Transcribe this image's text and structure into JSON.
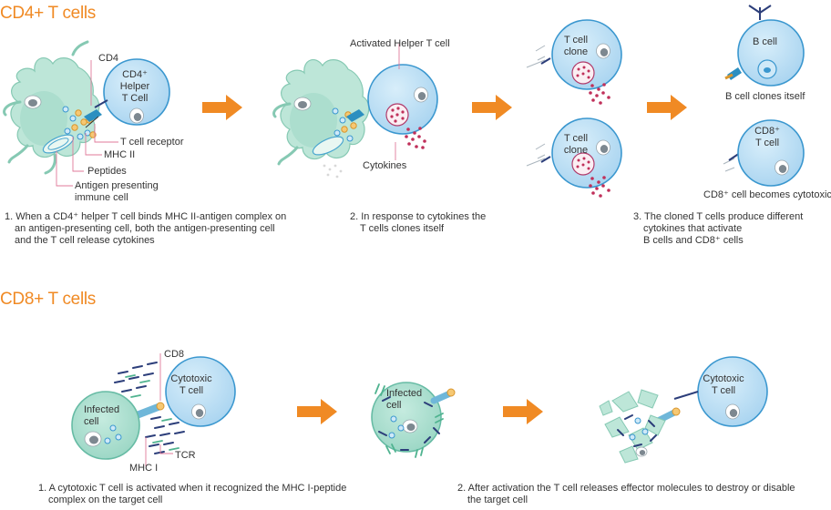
{
  "sections": {
    "cd4_title": "CD4+ T cells",
    "cd8_title": "CD8+ T cells"
  },
  "cd4": {
    "step1": {
      "label_cd4": "CD4",
      "cell_line1": "CD4⁺",
      "cell_line2": "Helper",
      "cell_line3": "T Cell",
      "label_tcr": "T cell receptor",
      "label_mhc": "MHC II",
      "label_peptides": "Peptides",
      "label_apc_line1": "Antigen presenting",
      "label_apc_line2": "immune cell",
      "caption_line1": "1. When a CD4⁺ helper T cell binds MHC II-antigen complex on",
      "caption_line2": "an antigen-presenting cell, both the antigen-presenting cell",
      "caption_line3": "and the T cell release cytokines"
    },
    "step2": {
      "label_activated": "Activated Helper T cell",
      "label_cytokines": "Cytokines",
      "caption_line1": "2. In response to cytokines the",
      "caption_line2": "T cells clones itself"
    },
    "step3": {
      "clone_line1": "T cell",
      "clone_line2": "clone",
      "caption_line1": "3. The cloned T cells produce different",
      "caption_line2": "cytokines that activate",
      "caption_line3": "B cells and CD8⁺ cells"
    },
    "step4": {
      "bcell_label": "B cell",
      "bcell_caption": "B cell clones itself",
      "cd8_line1": "CD8⁺",
      "cd8_line2": "T cell",
      "cd8_caption": "CD8⁺ cell becomes cytotoxic"
    }
  },
  "cd8": {
    "step1": {
      "label_cd8": "CD8",
      "cyto_line1": "Cytotoxic",
      "cyto_line2": "T cell",
      "infected_line1": "Infected",
      "infected_line2": "cell",
      "label_tcr": "TCR",
      "label_mhc": "MHC I",
      "caption_line1": "1. A cytotoxic T cell is activated when it recognized the MHC I-peptide",
      "caption_line2": "complex on the target cell"
    },
    "step2": {
      "infected_line1": "Infected",
      "infected_line2": "cell"
    },
    "step3": {
      "cyto_line1": "Cytotoxic",
      "cyto_line2": "T cell",
      "caption_line1": "2. After activation the T cell releases effector molecules to destroy or disable",
      "caption_line2": "the target cell"
    }
  },
  "colors": {
    "accent_orange": "#f08a24",
    "tcell_blue": "#bfe0f5",
    "tcell_stroke": "#3a97cf",
    "apc_green": "#a8dccc",
    "apc_stroke": "#66bba4",
    "cytokine_dot": "#c0305a",
    "leader_line": "#e07a9a",
    "receptor_navy": "#2c3e7a"
  }
}
